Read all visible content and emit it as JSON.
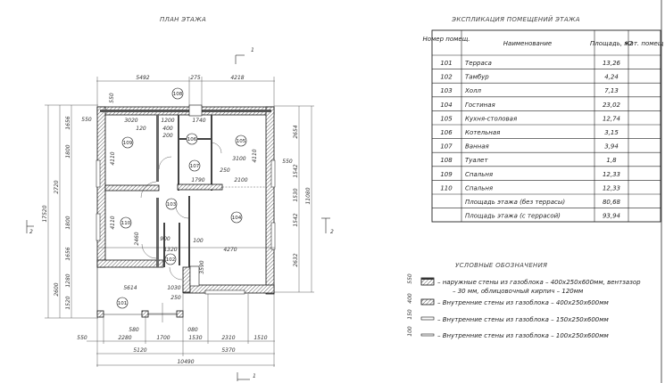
{
  "plan": {
    "title": "ПЛАН ЭТАЖА",
    "section_marks": {
      "top": "1",
      "bottom": "1",
      "left": "2",
      "right": "2"
    },
    "rooms": [
      "101",
      "102",
      "103",
      "104",
      "105",
      "106",
      "107",
      "108",
      "109",
      "110"
    ],
    "dims_top": [
      "5492",
      "275",
      "4218",
      "550"
    ],
    "dims_left": [
      "550",
      "1656",
      "1800",
      "2720",
      "1800",
      "1656",
      "17520",
      "2600",
      "1280",
      "1520"
    ],
    "dims_right": [
      "2654",
      "1542",
      "1530",
      "1542",
      "2632",
      "11080",
      "550"
    ],
    "dims_bottom": [
      "550",
      "2280",
      "1700",
      "1530",
      "2310",
      "1510",
      "5120",
      "5370",
      "10490",
      "580",
      "080"
    ],
    "dims_inner": [
      "3020",
      "1200",
      "1740",
      "120",
      "400",
      "200",
      "4110",
      "4110",
      "3100",
      "2100",
      "250",
      "1790",
      "900",
      "4110",
      "2460",
      "1320",
      "4270",
      "3590",
      "5614",
      "1030",
      "250",
      "100"
    ]
  },
  "explication": {
    "title": "ЭКСПЛИКАЦИЯ ПОМЕЩЕНИЙ ЭТАЖА",
    "headers": [
      "Номер помещ.",
      "Наименование",
      "Площадь, м2",
      "Кат. помещ"
    ],
    "rows": [
      {
        "num": "101",
        "name": "Терраса",
        "area": "13,26"
      },
      {
        "num": "102",
        "name": "Тамбур",
        "area": "4,24"
      },
      {
        "num": "103",
        "name": "Холл",
        "area": "7,13"
      },
      {
        "num": "104",
        "name": "Гостиная",
        "area": "23,02"
      },
      {
        "num": "105",
        "name": "Кухня-столовая",
        "area": "12,74"
      },
      {
        "num": "106",
        "name": "Котельная",
        "area": "3,15"
      },
      {
        "num": "107",
        "name": "Ванная",
        "area": "3,94"
      },
      {
        "num": "108",
        "name": "Туалет",
        "area": "1,8"
      },
      {
        "num": "109",
        "name": "Спальня",
        "area": "12,33"
      },
      {
        "num": "110",
        "name": "Спальня",
        "area": "12,33"
      }
    ],
    "totals": [
      {
        "name": "Площадь этажа (без террасы)",
        "area": "80,68"
      },
      {
        "name": "Площадь этажа (с террасой)",
        "area": "93,94"
      }
    ]
  },
  "legend": {
    "title": "УСЛОВНЫЕ ОБОЗНАЧЕНИЯ",
    "items": [
      {
        "thickness": "550",
        "line1": "– наружные стены из газоблока – 400х250х600мм, вентзазор",
        "line2": "– 30 мм, облицовочный кирпич – 120мм"
      },
      {
        "thickness": "400",
        "line1": "– Внутренние стены из газоблока – 400х250х600мм"
      },
      {
        "thickness": "150",
        "line1": "– Внутренние стены из газоблока – 150х250х600мм"
      },
      {
        "thickness": "100",
        "line1": "– Внутренние стены из газоблока – 100х250х600мм"
      }
    ]
  }
}
